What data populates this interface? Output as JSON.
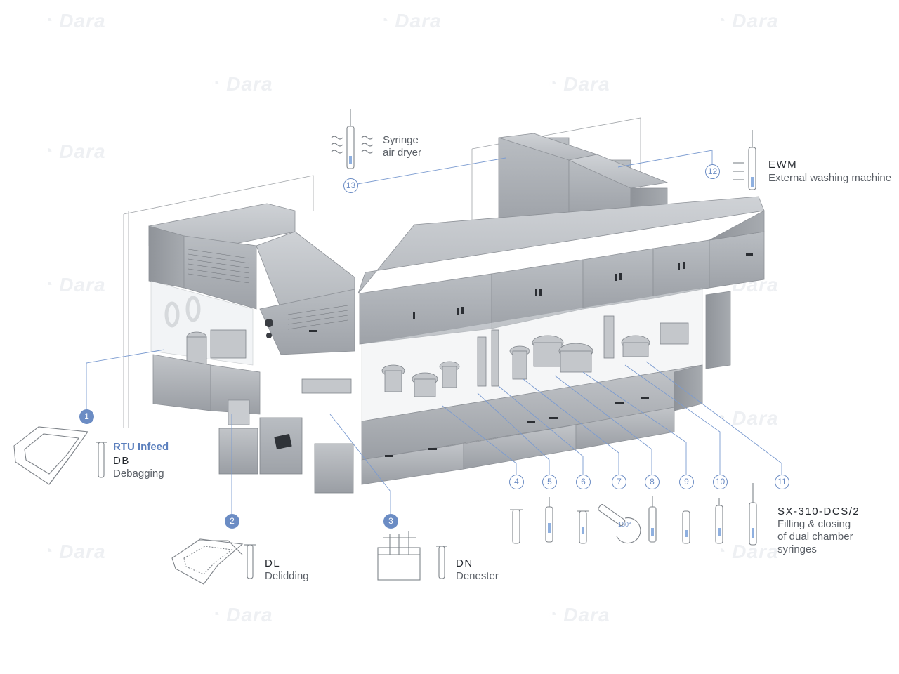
{
  "watermark": "Dara",
  "stations": [
    {
      "n": "1"
    },
    {
      "n": "2"
    },
    {
      "n": "3"
    },
    {
      "n": "4"
    },
    {
      "n": "5"
    },
    {
      "n": "6"
    },
    {
      "n": "7"
    },
    {
      "n": "8"
    },
    {
      "n": "9"
    },
    {
      "n": "10"
    },
    {
      "n": "11"
    },
    {
      "n": "12"
    },
    {
      "n": "13"
    }
  ],
  "labels": {
    "rtu": "RTU Infeed",
    "db_code": "DB",
    "db_name": "Debagging",
    "dl_code": "DL",
    "dl_name": "Delidding",
    "dn_code": "DN",
    "dn_name": "Denester",
    "dryer_line1": "Syringe",
    "dryer_line2": "air dryer",
    "ewm_code": "EWM",
    "ewm_name": "External washing machine",
    "sx_code": "SX-310-DCS/2",
    "sx_line1": "Filling & closing",
    "sx_line2": "of dual chamber",
    "sx_line3": "syringes",
    "rotate": "180°"
  },
  "colors": {
    "accent": "#6b8cc4",
    "steel_light": "#c9ccd0",
    "steel_mid": "#a9adb3",
    "steel_dark": "#7d8187",
    "text": "#5a5f66"
  }
}
